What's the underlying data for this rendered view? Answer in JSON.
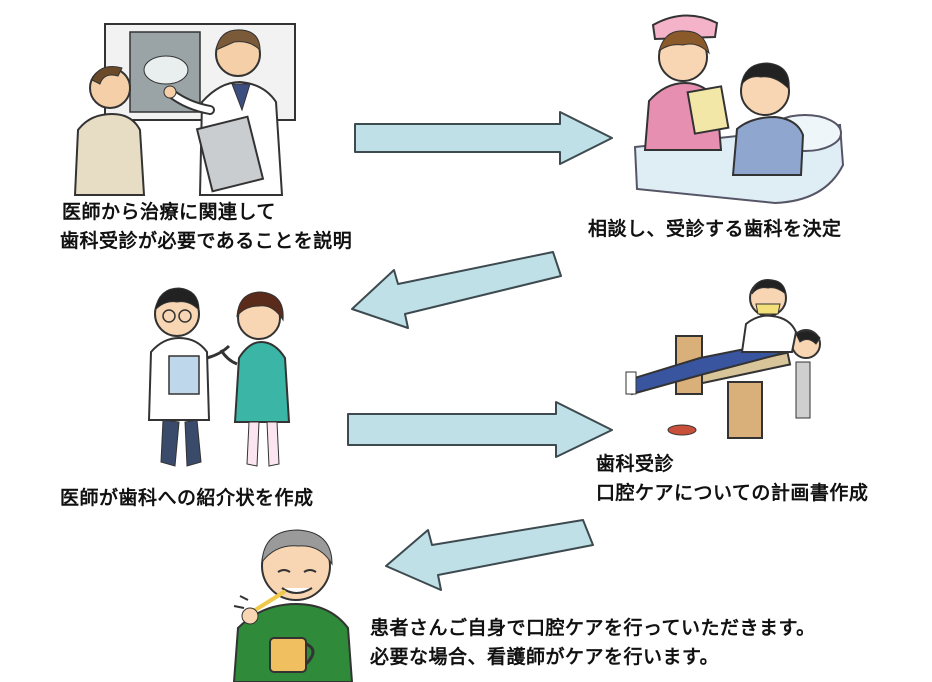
{
  "steps": [
    {
      "id": "step1",
      "lines": [
        "医師から治療に関連して",
        "歯科受診が必要であることを説明"
      ]
    },
    {
      "id": "step2",
      "lines": [
        "相談し、受診する歯科を決定"
      ]
    },
    {
      "id": "step3",
      "lines": [
        "医師が歯科への紹介状を作成"
      ]
    },
    {
      "id": "step4",
      "lines": [
        "歯科受診",
        "口腔ケアについての計画書作成"
      ]
    },
    {
      "id": "step5",
      "lines": [
        "患者さんご自身で口腔ケアを行っていただきます。",
        "必要な場合、看護師がケアを行います。"
      ]
    }
  ],
  "colors": {
    "arrow_fill": "#bfe0e6",
    "arrow_stroke": "#3d4a50",
    "text": "#111111"
  },
  "illustrations": [
    "doctor-explaining-xray-illustration",
    "nurse-consulting-patient-illustration",
    "doctor-and-nurse-illustration",
    "dentist-treating-patient-illustration",
    "elderly-man-brushing-teeth-illustration"
  ]
}
